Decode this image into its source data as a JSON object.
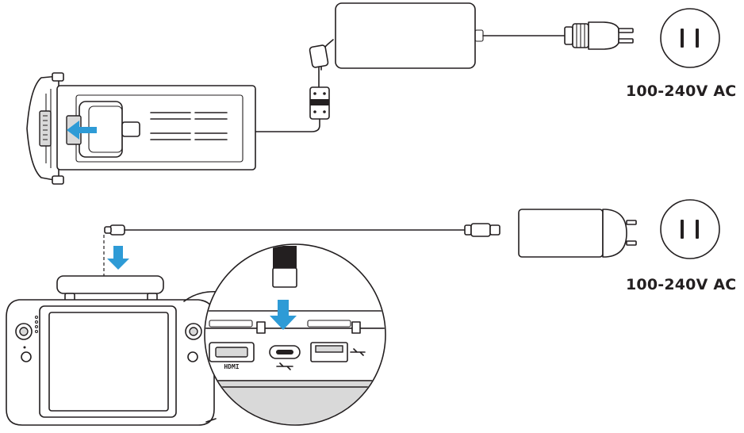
{
  "labels": {
    "top_voltage": "100-240V AC",
    "bottom_voltage": "100-240V AC",
    "hdmi_port": "HDMI"
  },
  "colors": {
    "arrow": "#2e9bd6",
    "line": "#231f20",
    "shade": "#d9d9d9"
  },
  "icons": [
    "usb-icon",
    "wall-outlet-icon",
    "power-plug-icon",
    "arrow-icon"
  ]
}
